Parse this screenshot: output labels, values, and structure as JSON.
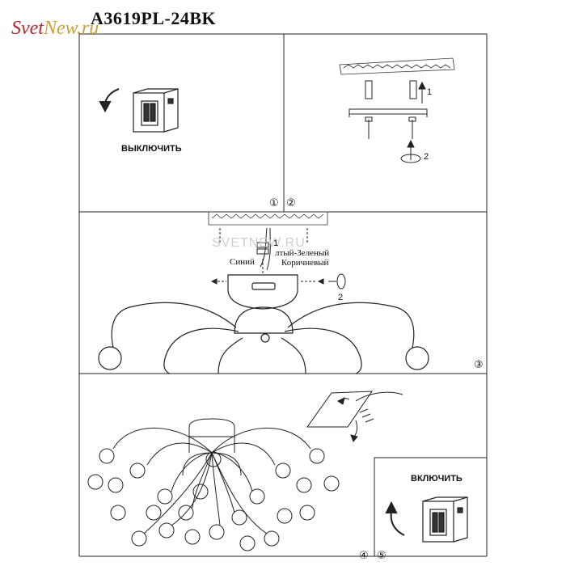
{
  "header": {
    "model": "A3619PL-24BK",
    "logo_part1": "Svet",
    "logo_part2": "New.ru"
  },
  "step1": {
    "label": "ВЫКЛЮЧИТЬ"
  },
  "step2": {
    "num1": "1",
    "num2": "2"
  },
  "step3": {
    "circle1": "①",
    "circle2": "②",
    "num1": "1",
    "num2": "2",
    "wire_yellow_green": "лтый-Зеленый",
    "wire_blue": "Синий",
    "wire_brown": "Коричневый",
    "step_num": "③",
    "watermark": "SVETNEW.RU"
  },
  "step4": {
    "circle4": "④",
    "circle5": "⑤"
  },
  "step5": {
    "label": "ВКЛЮЧИТЬ"
  }
}
